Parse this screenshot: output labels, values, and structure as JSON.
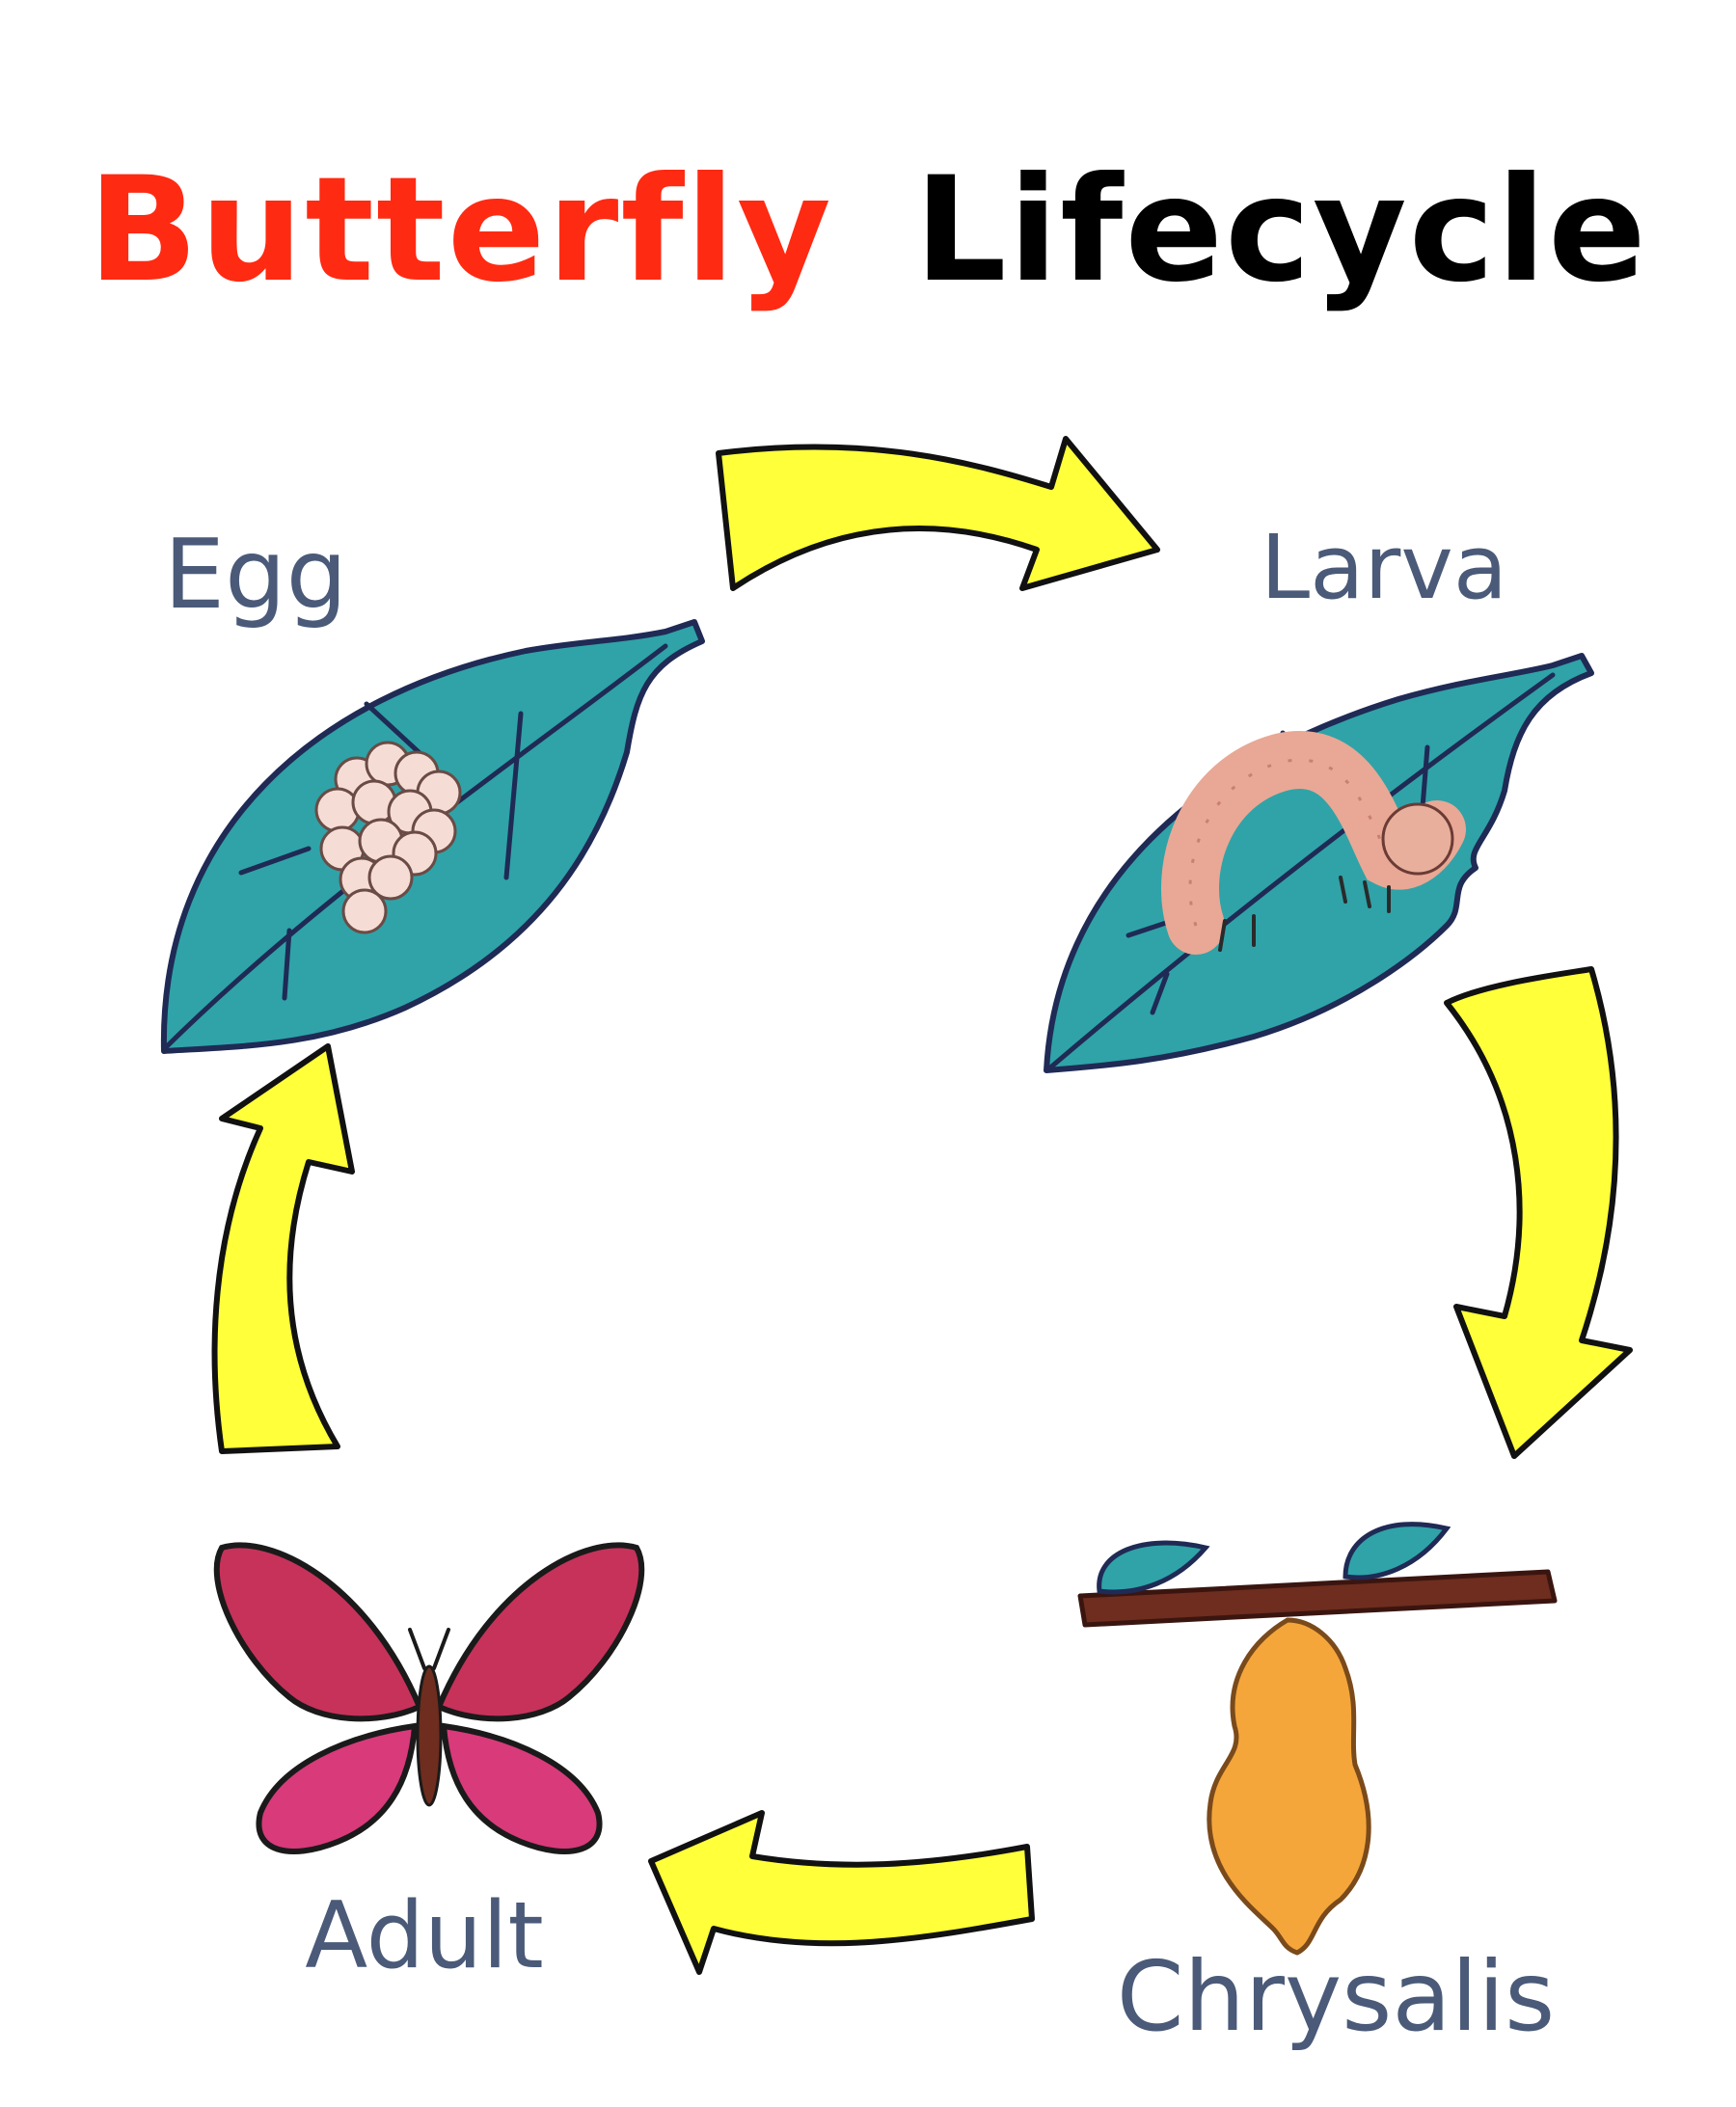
{
  "title": {
    "part1": "Butterfly",
    "part2": "Lifecycle",
    "part1_color": "#ff2a12",
    "part2_color": "#000000"
  },
  "stages": {
    "egg": {
      "label": "Egg"
    },
    "larva": {
      "label": "Larva"
    },
    "chrysalis": {
      "label": "Chrysalis"
    },
    "adult": {
      "label": "Adult"
    }
  },
  "colors": {
    "label": "#4a5a78",
    "leaf": "#2fa3a8",
    "arrow": "#ffff3a",
    "outline": "#111111"
  },
  "icons": [
    "leaf-icon",
    "egg-cluster-icon",
    "caterpillar-icon",
    "branch-icon",
    "chrysalis-icon",
    "butterfly-icon",
    "cycle-arrow-icon"
  ]
}
